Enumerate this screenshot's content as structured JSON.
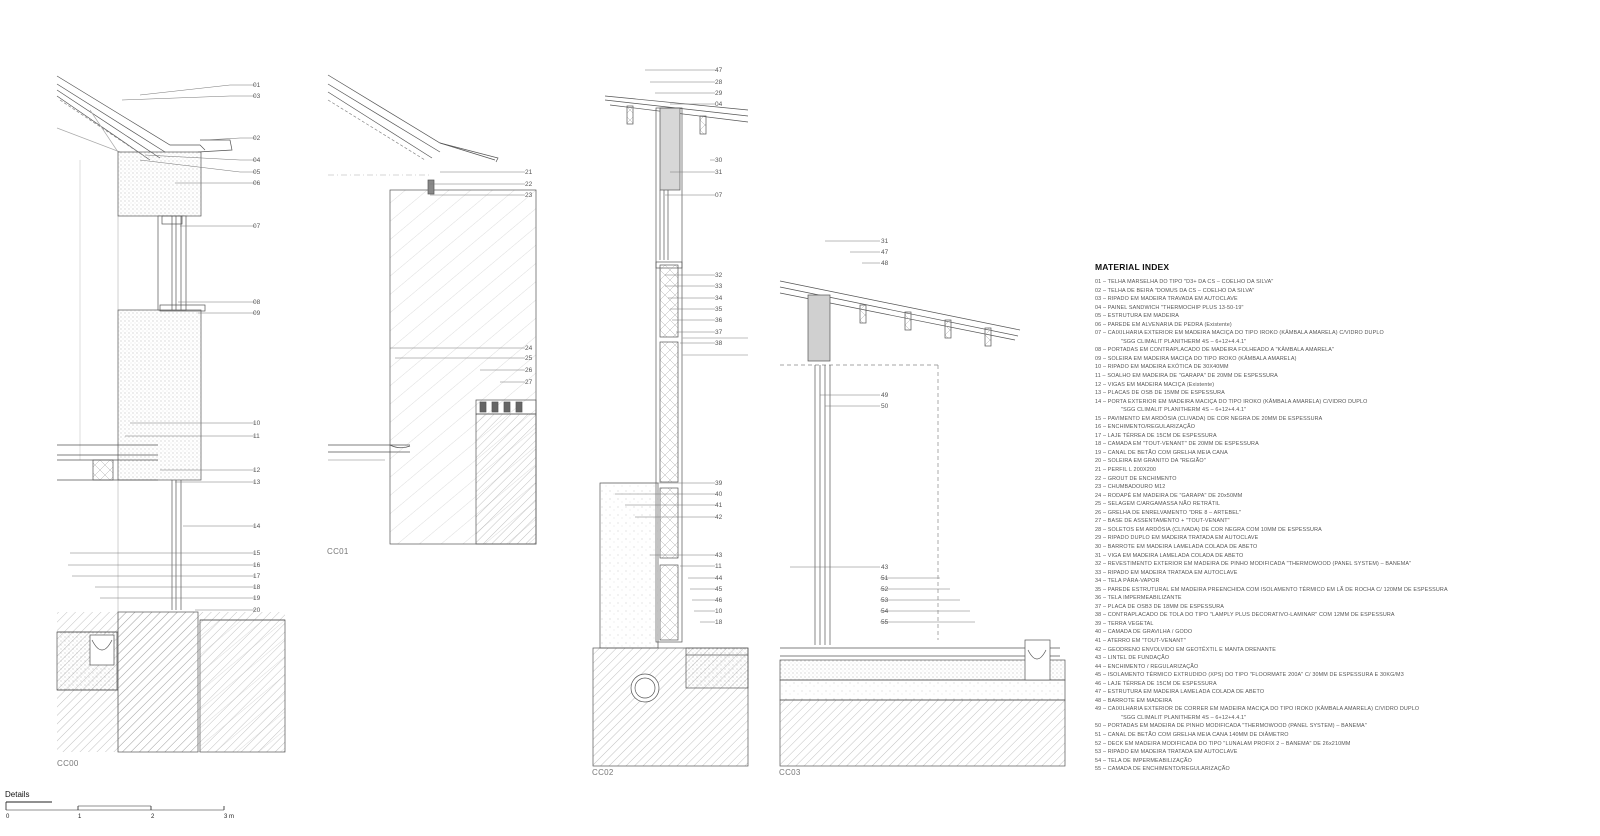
{
  "sections": {
    "cc00": {
      "label": "CC00",
      "callouts": [
        "01",
        "03",
        "02",
        "04",
        "05",
        "06",
        "07",
        "08",
        "09",
        "10",
        "11",
        "12",
        "13",
        "14",
        "15",
        "16",
        "17",
        "18",
        "19",
        "20"
      ]
    },
    "cc01": {
      "label": "CC01",
      "callouts": [
        "21",
        "22",
        "23",
        "24",
        "25",
        "26",
        "27"
      ]
    },
    "cc02": {
      "label": "CC02",
      "callouts": [
        "47",
        "28",
        "29",
        "04",
        "30",
        "31",
        "07",
        "32",
        "33",
        "34",
        "35",
        "36",
        "37",
        "38",
        "39",
        "40",
        "41",
        "42",
        "43",
        "11",
        "44",
        "45",
        "46",
        "10",
        "18"
      ]
    },
    "cc03": {
      "label": "CC03",
      "callouts": [
        "31",
        "47",
        "48",
        "49",
        "50",
        "43",
        "51",
        "52",
        "53",
        "54",
        "55"
      ]
    }
  },
  "material_index": {
    "title": "MATERIAL INDEX",
    "items": [
      "01 – TELHA MARSELHA DO TIPO \"D3+ DA CS – COELHO DA SILVA\"",
      "02 – TELHA DE BEIRA \"DOMUS DA CS – COELHO DA SILVA\"",
      "03 – RIPADO EM MADEIRA TRAVADA EM AUTOCLAVE",
      "04 – PAINEL SANDWICH \"THERMOCHIP PLUS 13-50-19\"",
      "05 – ESTRUTURA EM MADEIRA",
      "06 – PAREDE EM ALVENARIA DE PEDRA (Existente)",
      "07 – CAIXILHARIA EXTERIOR EM MADEIRA MACIÇA DO TIPO IROKO (KÂMBALA AMARELA) C/VIDRO DUPLO",
      "\"SGG CLIMALIT PLANITHERM 4S – 6+12+4.4.1\"",
      "08 – PORTADAS EM CONTRAPLACADO DE MADEIRA FOLHEADO A \"KÂMBALA AMARELA\"",
      "09 – SOLEIRA EM MADEIRA MACIÇA DO TIPO IROKO (KÂMBALA AMARELA)",
      "10 – RIPADO EM MADEIRA EXÓTICA DE 30X40MM",
      "11 – SOALHO EM MADEIRA DE \"GARAPA\" DE 20MM DE ESPESSURA",
      "12 – VIGAS EM MADEIRA MACIÇA (Existente)",
      "13 – PLACAS DE OSB DE 15MM DE ESPESSURA",
      "14 – PORTA EXTERIOR EM MADEIRA MACIÇA DO TIPO IROKO (KÂMBALA AMARELA) C/VIDRO DUPLO",
      "\"SGG CLIMALIT PLANITHERM 4S – 6+12+4.4.1\"",
      "15 – PAVIMENTO EM ARDÓSIA (CLIVADA) DE COR NEGRA DE 20MM DE ESPESSURA",
      "16 – ENCHIMENTO/REGULARIZAÇÃO",
      "17 – LAJE TÉRREA DE 15CM DE ESPESSURA",
      "18 – CAMADA EM \"TOUT-VENANT\" DE 20MM DE ESPESSURA",
      "19 – CANAL DE BETÃO COM GRELHA MEIA CANA",
      "20 – SOLEIRA EM GRANITO DA \"REGIÃO\"",
      "21 – PERFIL L 200X200",
      "22 – GROUT DE ENCHIMENTO",
      "23 – CHUMBADOURO M12",
      "24 – RODAPÉ EM MADEIRA DE \"GARAPA\" DE 20x50MM",
      "25 – SELAGEM C/ARGAMASSA NÃO RETRÁTIL",
      "26 – GRELHA DE ENRELVAMENTO \"DRE 8 – ARTEBEL\"",
      "27 – BASE DE ASSENTAMENTO + \"TOUT-VENANT\"",
      "28 – SOLETOS EM ARDÓSIA (CLIVADA) DE COR NEGRA COM 10MM DE ESPESSURA",
      "29 – RIPADO DUPLO EM MADEIRA TRATADA EM AUTOCLAVE",
      "30 – BARROTE EM MADEIRA LAMELADA COLADA DE ABETO",
      "31 – VIGA EM MADEIRA LAMELADA COLADA DE ABETO",
      "32 – REVESTIMENTO EXTERIOR EM MADEIRA DE PINHO MODIFICADA \"THERMOWOOD (PANEL SYSTEM) – BANEMA\"",
      "33 – RIPADO EM MADEIRA TRATADA EM AUTOCLAVE",
      "34 – TELA PÁRA-VAPOR",
      "35 – PAREDE ESTRUTURAL EM MADEIRA PREENCHIDA COM ISOLAMENTO TÉRMICO EM LÃ DE ROCHA C/ 120MM DE ESPESSURA",
      "36 – TELA IMPERMEABILIZANTE",
      "37 – PLACA DE OSB3 DE 18MM DE ESPESSURA",
      "38 – CONTRAPLACADO DE TOLA DO TIPO \"LAMPLY PLUS DECORATIVO-LAMINAR\" COM 12MM DE ESPESSURA",
      "39 – TERRA VEGETAL",
      "40 – CAMADA DE GRAVILHA / GODO",
      "41 – ATERRO EM \"TOUT-VENANT\"",
      "42 – GEODRENO ENVOLVIDO EM GEOTÊXTIL E MANTA DRENANTE",
      "43 – LINTEL DE FUNDAÇÃO",
      "44 – ENCHIMENTO / REGULARIZAÇÃO",
      "45 – ISOLAMENTO TÉRMICO EXTRUDIDO (XPS) DO TIPO \"FLOORMATE 200A\" C/ 30MM DE ESPESSURA E 30KG/M3",
      "46 – LAJE TÉRREA DE 15CM DE ESPESSURA",
      "47 – ESTRUTURA EM MADEIRA LAMELADA COLADA DE ABETO",
      "48 – BARROTE EM MADEIRA",
      "49 – CAIXILHARIA EXTERIOR DE CORRER EM MADEIRA MACIÇA DO TIPO IROKO (KÂMBALA AMARELA) C/VIDRO DUPLO",
      "\"SGG CLIMALIT PLANITHERM 4S – 6+12+4.4.1\"",
      "50 – PORTADAS EM MADEIRA DE PINHO MODIFICADA \"THERMOWOOD (PANEL SYSTEM) – BANEMA\"",
      "51 – CANAL DE BETÃO COM GRELHA MEIA CANA 140MM DE DIÂMETRO",
      "52 – DECK EM MADEIRA MODIFICADA DO TIPO \"LUNALAM PROFIX 2 – BANEMA\" DE 26x210MM",
      "53 – RIPADO EM MADEIRA TRATADA EM AUTOCLAVE",
      "54 – TELA DE IMPERMEABILIZAÇÃO",
      "55 – CAMADA DE ENCHIMENTO/REGULARIZAÇÃO"
    ]
  },
  "scale_bar": {
    "title": "Details",
    "ticks": [
      "0",
      "1",
      "2",
      "3 m"
    ]
  }
}
